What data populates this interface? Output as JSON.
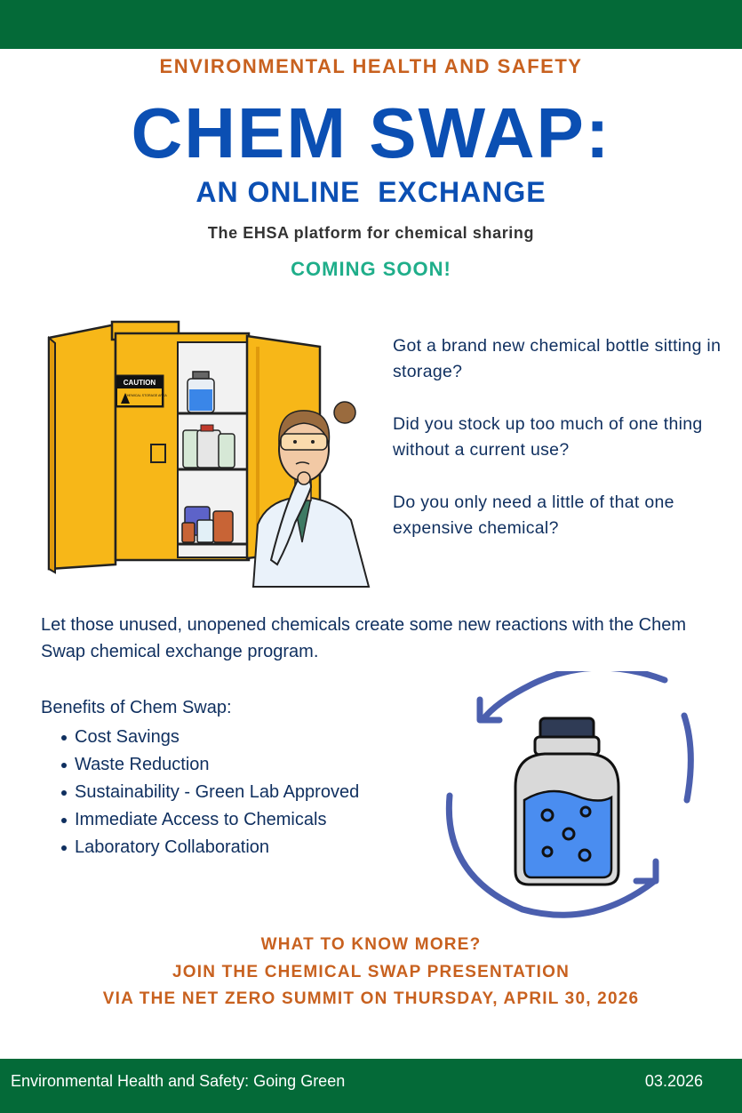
{
  "header": {
    "org": "ENVIRONMENTAL HEALTH AND SAFETY",
    "title": "CHEM SWAP:",
    "subtitle": "AN ONLINE  EXCHANGE",
    "tagline": "The EHSA platform for chemical sharing",
    "coming_soon": "COMING SOON!"
  },
  "illustration": {
    "caution_label": "CAUTION",
    "storage_label": "CHEMICAL STORAGE AREA"
  },
  "questions": [
    "Got a brand new chemical bottle sitting in storage?",
    "Did you stock up too much of one thing without a current use?",
    "Do you only need a little of that one expensive chemical?"
  ],
  "intro": "Let those unused, unopened chemicals create some new reactions with the Chem Swap chemical exchange program.",
  "benefits": {
    "title": "Benefits of Chem Swap:",
    "items": [
      "Cost Savings",
      "Waste Reduction",
      "Sustainability - Green Lab Approved",
      "Immediate Access to Chemicals",
      "Laboratory Collaboration"
    ]
  },
  "cta": {
    "line1": "WHAT TO KNOW MORE?",
    "line2": "JOIN THE CHEMICAL SWAP PRESENTATION",
    "line3": "VIA THE NET ZERO SUMMIT ON THURSDAY, APRIL 30, 2026"
  },
  "footer": {
    "left": "Environmental Health and Safety: Going Green",
    "right": "03.2026"
  },
  "colors": {
    "brand_green": "#046a38",
    "title_blue": "#0b4fb3",
    "accent_orange": "#c8611f",
    "teal": "#1fae8a"
  }
}
